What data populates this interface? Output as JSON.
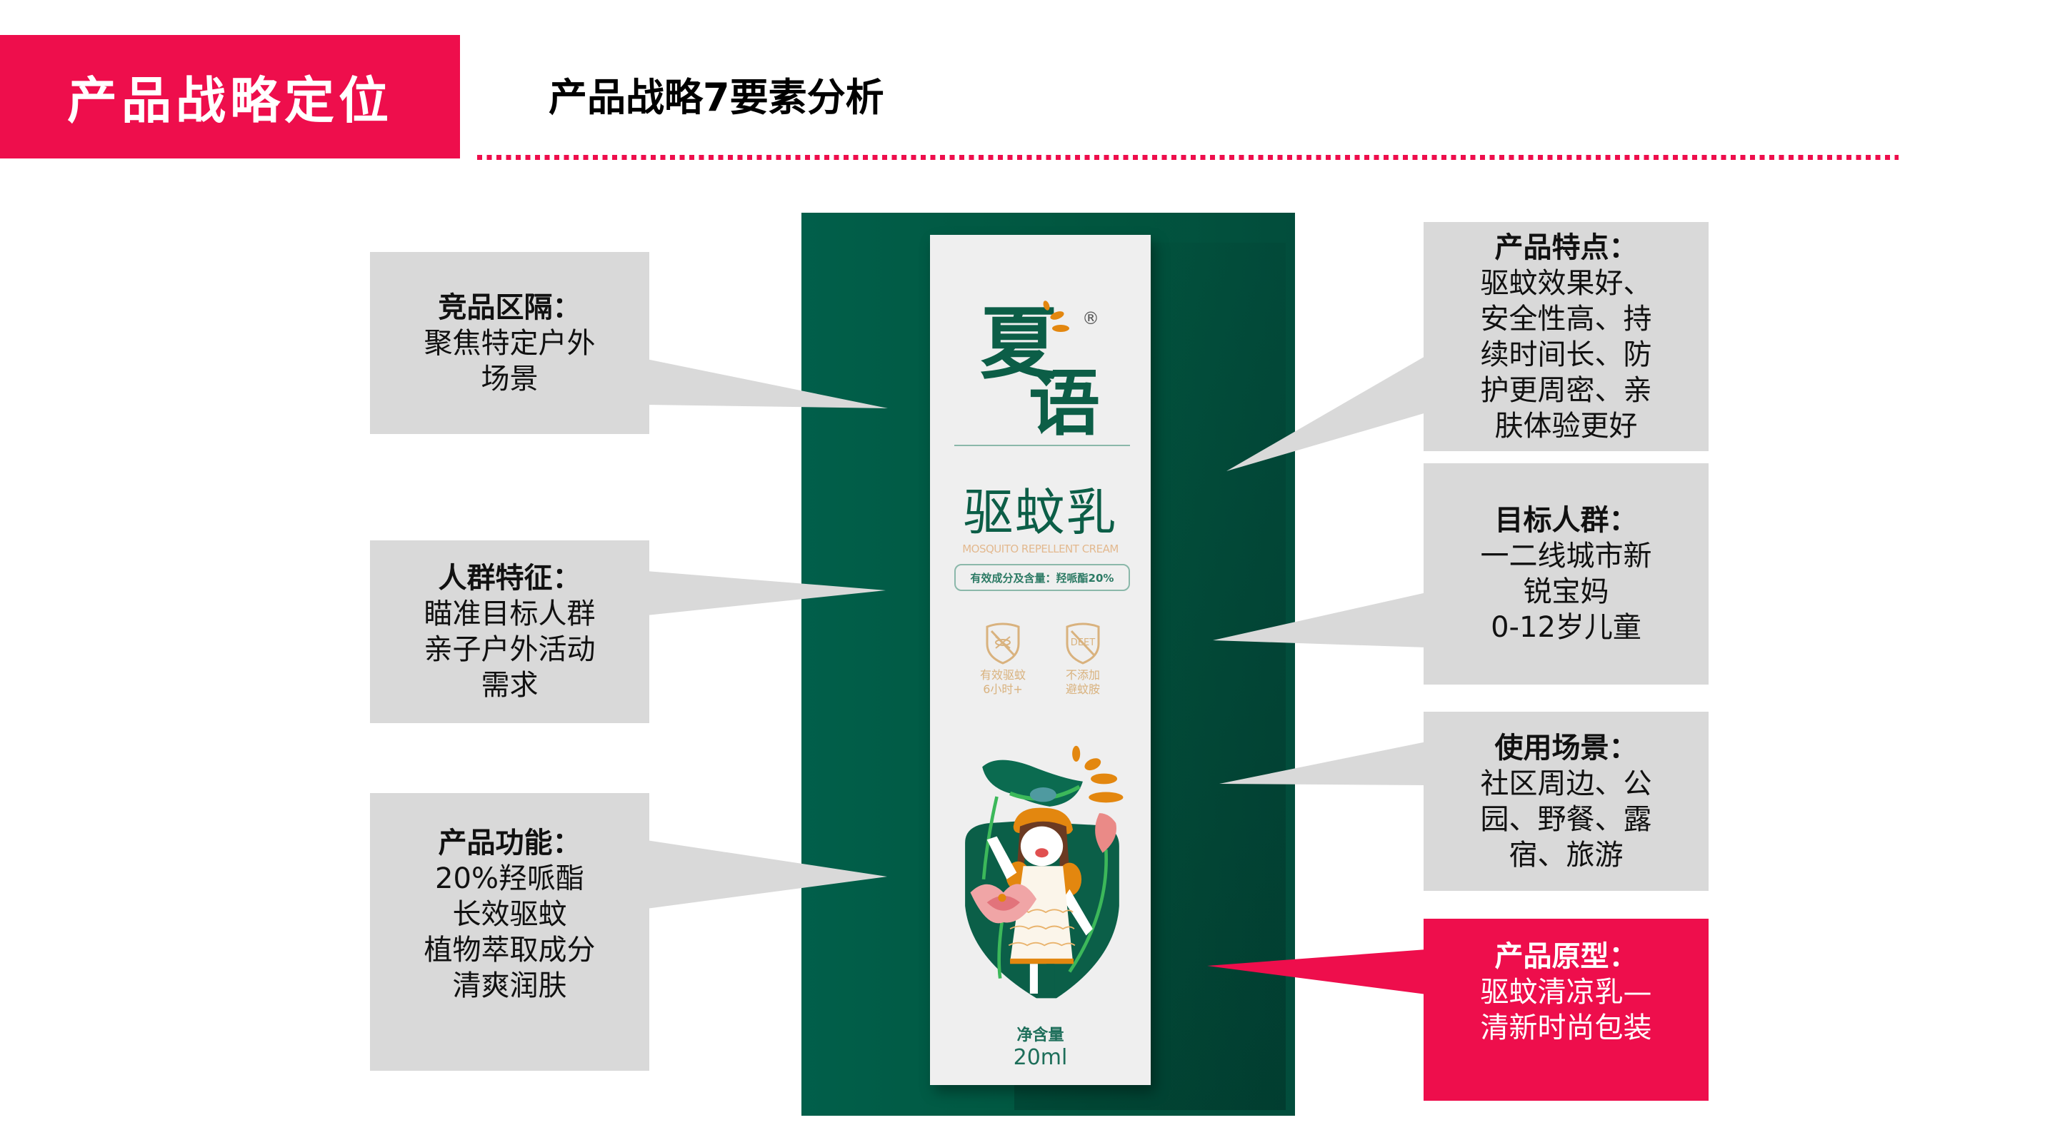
{
  "header": {
    "section_title": "产品战略定位",
    "subtitle": "产品战略7要素分析"
  },
  "colors": {
    "accent": "#ee0e4c",
    "callout_gray": "#d9d9d9",
    "panel_green": "#015f4a",
    "brand_green": "#0c5e47",
    "brand_orange": "#e3870f"
  },
  "callouts": {
    "left": [
      {
        "title": "竞品区隔：",
        "lines": [
          "聚焦特定户外",
          "场景"
        ]
      },
      {
        "title": "人群特征：",
        "lines": [
          "瞄准目标人群",
          "亲子户外活动",
          "需求"
        ]
      },
      {
        "title": "产品功能：",
        "lines": [
          "20%羟哌酯",
          "长效驱蚊",
          "植物萃取成分",
          "清爽润肤"
        ]
      }
    ],
    "right": [
      {
        "title": "产品特点：",
        "lines": [
          "驱蚊效果好、",
          "安全性高、持",
          "续时间长、防",
          "护更周密、亲",
          "肤体验更好"
        ]
      },
      {
        "title": "目标人群：",
        "lines": [
          "一二线城市新",
          "锐宝妈",
          "0-12岁儿童"
        ]
      },
      {
        "title": "使用场景：",
        "lines": [
          "社区周边、公",
          "园、野餐、露",
          "宿、旅游"
        ]
      },
      {
        "title": "产品原型：",
        "lines": [
          "驱蚊清凉乳—",
          "清新时尚包装"
        ],
        "highlight": true
      }
    ]
  },
  "product": {
    "brand": "夏语",
    "registered_mark": "®",
    "name": "驱蚊乳",
    "name_en": "MOSQUITO REPELLENT CREAM",
    "ingredient_label": "有效成分及含量：羟哌酯20%",
    "badges": [
      {
        "icon": "no-mosquito-icon",
        "lines": [
          "有效驱蚊",
          "6小时+"
        ]
      },
      {
        "icon": "no-deet-icon",
        "icon_text": "DEET",
        "lines": [
          "不添加",
          "避蚊胺"
        ]
      }
    ],
    "net_label": "净含量",
    "net_value": "20ml"
  }
}
